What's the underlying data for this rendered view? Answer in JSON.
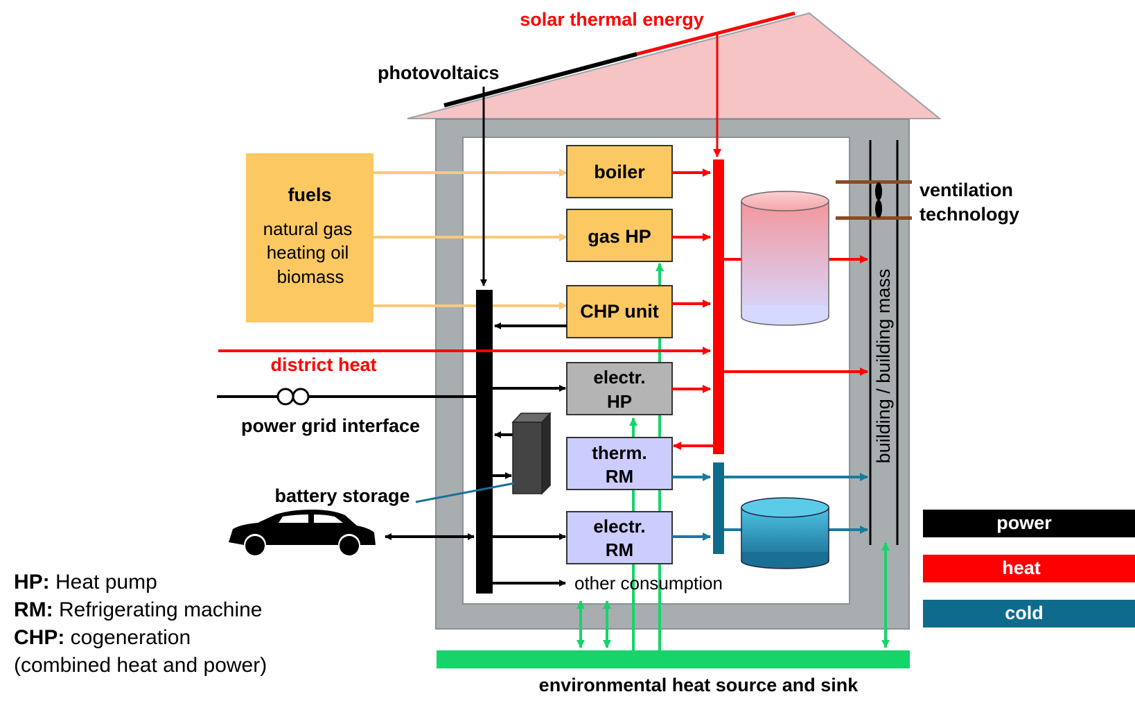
{
  "labels": {
    "solar_thermal": "solar thermal energy",
    "photovoltaics": "photovoltaics",
    "fuels_title": "fuels",
    "fuels_items": [
      "natural gas",
      "heating oil",
      "biomass"
    ],
    "district_heat": "district heat",
    "power_grid": "power grid interface",
    "battery_storage": "battery storage",
    "ventilation": [
      "ventilation",
      "technology"
    ],
    "building_mass": "building / building mass",
    "other_consumption": "other consumption",
    "environment": "environmental heat source and sink"
  },
  "units": {
    "boiler": [
      "boiler"
    ],
    "gas_hp": [
      "gas HP"
    ],
    "chp": [
      "CHP unit"
    ],
    "electr_hp": [
      "electr.",
      "HP"
    ],
    "therm_rm": [
      "therm.",
      "RM"
    ],
    "electr_rm": [
      "electr.",
      "RM"
    ]
  },
  "legend": {
    "power": "power",
    "heat": "heat",
    "cold": "cold"
  },
  "glossary": [
    {
      "term": "HP:",
      "def": " Heat pump"
    },
    {
      "term": "RM:",
      "def": " Refrigerating machine"
    },
    {
      "term": "CHP:",
      "def": " cogeneration"
    },
    {
      "term": "",
      "def": "(combined heat and power)"
    }
  ],
  "colors": {
    "power": "#000000",
    "heat": "#ff0000",
    "cold": "#0f6b8c",
    "environment": "#17d46a",
    "fuel": "#fbc862",
    "fuel_arrow": "#f7c97a",
    "unit_fuel": "#fbc862",
    "unit_grey": "#b4b4b4",
    "unit_lilac": "#ccccff",
    "roof": "#f7c4c6",
    "wall": "#a8aeb0"
  }
}
